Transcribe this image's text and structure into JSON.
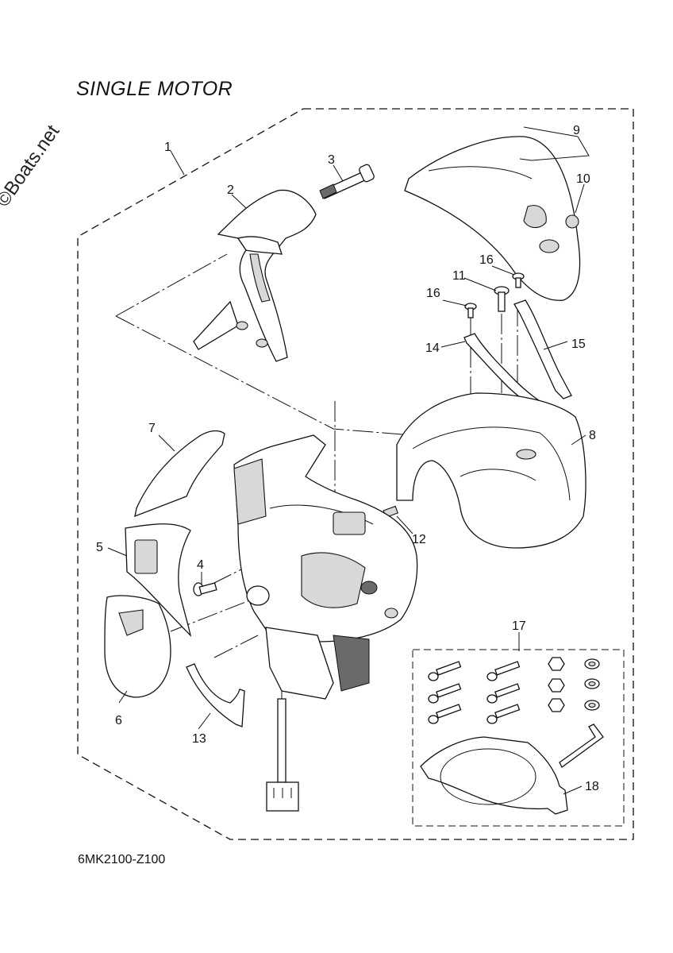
{
  "header": {
    "title": "SINGLE MOTOR"
  },
  "footer": {
    "code": "6MK2100-Z100"
  },
  "watermark": {
    "text": "©Boats.net"
  },
  "callouts": [
    "1",
    "2",
    "3",
    "4",
    "5",
    "6",
    "7",
    "8",
    "9",
    "10",
    "11",
    "12",
    "13",
    "14",
    "15",
    "16",
    "16",
    "17",
    "18"
  ]
}
